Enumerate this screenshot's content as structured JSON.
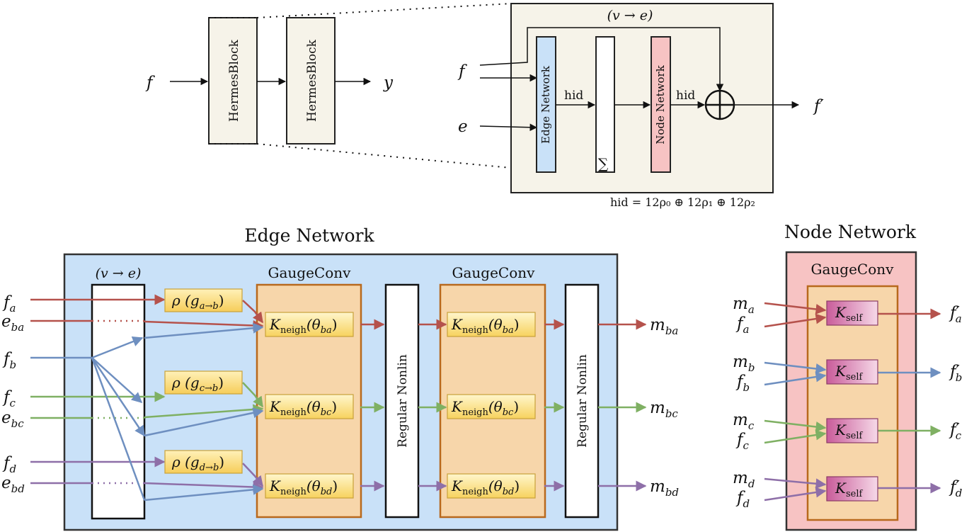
{
  "top": {
    "input_label": "f",
    "block1": "HermesBlock",
    "block2": "HermesBlock",
    "output_label": "y",
    "detail": {
      "skip_label": "(v → e)",
      "f_label": "f",
      "e_label": "e",
      "edge_network": "Edge Network",
      "hid_label_1": "hid",
      "sum_symbol": "∑",
      "node_network": "Node Network",
      "hid_label_2": "hid",
      "output_label": "f′",
      "hid_formula": "hid = 12ρ₀ ⊕ 12ρ₁ ⊕ 12ρ₂"
    }
  },
  "edge_network": {
    "title": "Edge Network",
    "gather_label": "(v → e)",
    "gauge_conv_1": "GaugeConv",
    "gauge_conv_2": "GaugeConv",
    "nonlin_1": "Regular Nonlin",
    "nonlin_2": "Regular Nonlin",
    "inputs": [
      {
        "base": "f",
        "sub": "a"
      },
      {
        "base": "e",
        "sub": "ba"
      },
      {
        "base": "f",
        "sub": "b"
      },
      {
        "base": "f",
        "sub": "c"
      },
      {
        "base": "e",
        "sub": "bc"
      },
      {
        "base": "f",
        "sub": "d"
      },
      {
        "base": "e",
        "sub": "bd"
      }
    ],
    "rho": [
      {
        "base": "ρ (g",
        "sub": "a→b",
        "end": ")"
      },
      {
        "base": "ρ (g",
        "sub": "c→b",
        "end": ")"
      },
      {
        "base": "ρ (g",
        "sub": "d→b",
        "end": ")"
      }
    ],
    "kernels_1": [
      {
        "base": "K",
        "sub": "neigh",
        "arg": "(θ",
        "argsub": "ba",
        "end": ")"
      },
      {
        "base": "K",
        "sub": "neigh",
        "arg": "(θ",
        "argsub": "bc",
        "end": ")"
      },
      {
        "base": "K",
        "sub": "neigh",
        "arg": "(θ",
        "argsub": "bd",
        "end": ")"
      }
    ],
    "kernels_2": [
      {
        "base": "K",
        "sub": "neigh",
        "arg": "(θ",
        "argsub": "ba",
        "end": ")"
      },
      {
        "base": "K",
        "sub": "neigh",
        "arg": "(θ",
        "argsub": "bc",
        "end": ")"
      },
      {
        "base": "K",
        "sub": "neigh",
        "arg": "(θ",
        "argsub": "bd",
        "end": ")"
      }
    ],
    "outputs": [
      {
        "base": "m",
        "sub": "ba"
      },
      {
        "base": "m",
        "sub": "bc"
      },
      {
        "base": "m",
        "sub": "bd"
      }
    ]
  },
  "node_network": {
    "title": "Node Network",
    "gauge_conv": "GaugeConv",
    "rows": [
      {
        "m_base": "m",
        "m_sub": "a",
        "f_base": "f",
        "f_sub": "a",
        "k_base": "K",
        "k_sub": "self",
        "out_base": "f′",
        "out_sub": "a"
      },
      {
        "m_base": "m",
        "m_sub": "b",
        "f_base": "f",
        "f_sub": "b",
        "k_base": "K",
        "k_sub": "self",
        "out_base": "f′",
        "out_sub": "b"
      },
      {
        "m_base": "m",
        "m_sub": "c",
        "f_base": "f",
        "f_sub": "c",
        "k_base": "K",
        "k_sub": "self",
        "out_base": "f′",
        "out_sub": "c"
      },
      {
        "m_base": "m",
        "m_sub": "d",
        "f_base": "f",
        "f_sub": "d",
        "k_base": "K",
        "k_sub": "self",
        "out_base": "f′",
        "out_sub": "d"
      }
    ]
  },
  "colors": {
    "red": "#b5524c",
    "blue": "#6e8fc0",
    "green": "#7fb063",
    "purple": "#8e6fa8",
    "edge_bg": "#c9e1f8",
    "node_bg": "#f7c3c3",
    "gauge_bg": "#f7d6aa",
    "gauge_border": "#b8691d",
    "cream": "#f6f3e9"
  }
}
